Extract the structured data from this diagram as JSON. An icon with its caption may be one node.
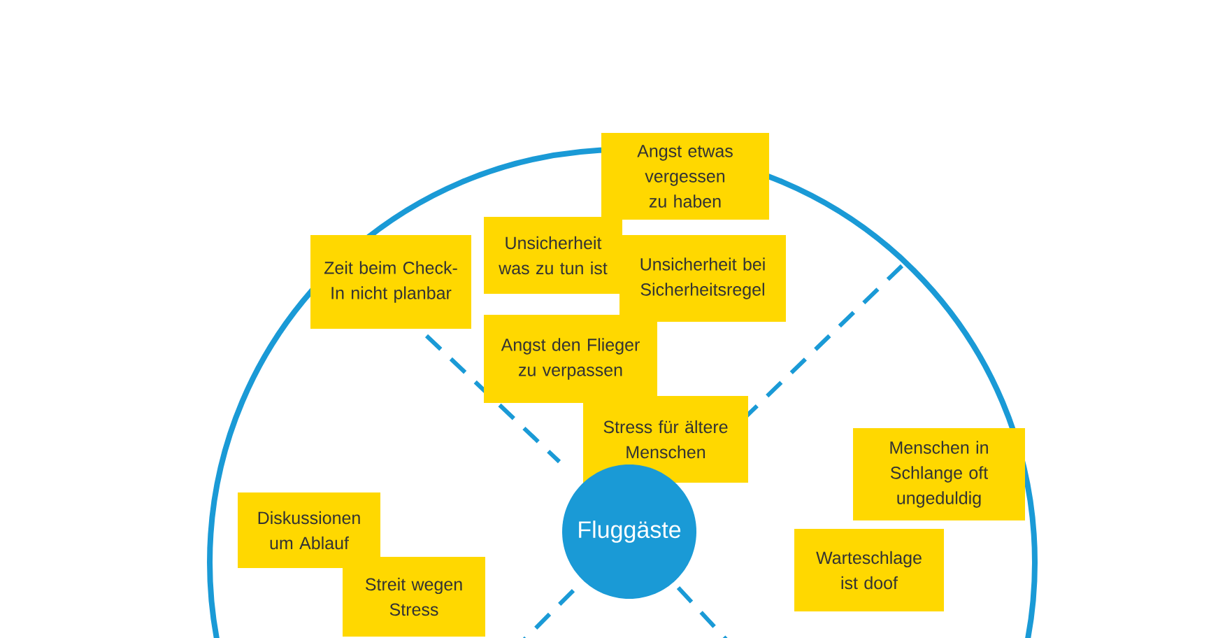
{
  "diagram": {
    "nodes": [
      {
        "text": [
          "Angst etwas vergessen zu haben"
        ]
      },
      {
        "text": [
          "Zeit beim Check-In nicht planbar"
        ]
      },
      {
        "text": [
          "Unsicherheit was zu tun ist"
        ]
      },
      {
        "text": [
          "Unsicherheit bei Sicherheitsregel"
        ]
      },
      {
        "text": [
          "Angst den Flieger zu verpassen"
        ]
      },
      {
        "text": [
          "Stress für ältere Menschen"
        ]
      },
      {
        "text": [
          "Menschen in Schlange oft ungeduldig"
        ]
      },
      {
        "text": [
          "Diskussionen um Ablauf"
        ]
      },
      {
        "text": [
          "Fluggäste"
        ]
      },
      {
        "text": [
          "Warteschlage ist doof"
        ]
      },
      {
        "text": [
          "Streit wegen Stress"
        ]
      }
    ]
  }
}
